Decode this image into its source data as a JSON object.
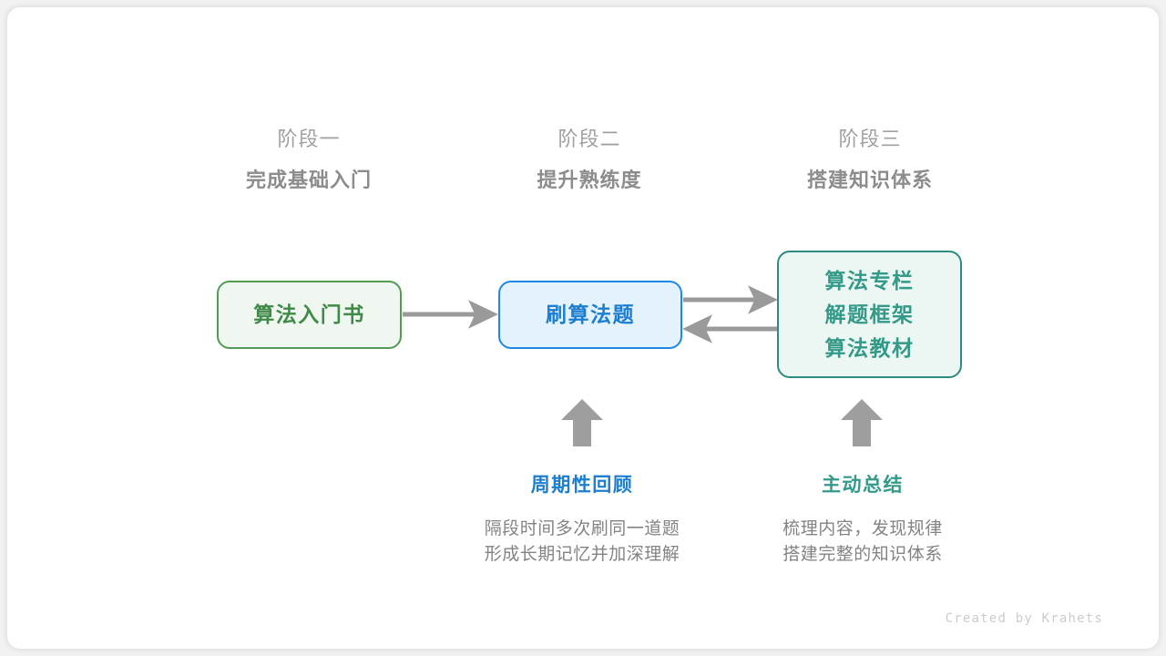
{
  "canvas": {
    "background": "#ffffff",
    "page_background": "#f2f2f2"
  },
  "colors": {
    "green": "#3f8a47",
    "green_border": "#539b55",
    "green_fill": "#f0f7f0",
    "blue": "#1c7ed0",
    "blue_border": "#1e88e5",
    "blue_fill": "#e4f2fd",
    "teal": "#339a88",
    "teal_border": "#2e8b80",
    "teal_fill": "#ecf6f3",
    "gray_arrow": "#9a9a9a",
    "gray_text": "#838383",
    "gray_heading": "#8c8c8c",
    "gray_subheading": "#a0a0a0",
    "footer": "#cccccc"
  },
  "stages": [
    {
      "number": "阶段一",
      "title": "完成基础入门"
    },
    {
      "number": "阶段二",
      "title": "提升熟练度"
    },
    {
      "number": "阶段三",
      "title": "搭建知识体系"
    }
  ],
  "nodes": {
    "book": {
      "lines": [
        "算法入门书"
      ]
    },
    "practice": {
      "lines": [
        "刷算法题"
      ]
    },
    "resources": {
      "lines": [
        "算法专栏",
        "解题框架",
        "算法教材"
      ]
    }
  },
  "arrows": [
    {
      "name": "book-to-practice",
      "direction": "right"
    },
    {
      "name": "practice-to-resources",
      "direction": "right"
    },
    {
      "name": "resources-to-practice",
      "direction": "left"
    },
    {
      "name": "review-up",
      "direction": "up"
    },
    {
      "name": "summary-up",
      "direction": "up"
    }
  ],
  "annotations": [
    {
      "title": "周期性回顾",
      "desc_lines": [
        "隔段时间多次刷同一道题",
        "形成长期记忆并加深理解"
      ]
    },
    {
      "title": "主动总结",
      "desc_lines": [
        "梳理内容，发现规律",
        "搭建完整的知识体系"
      ]
    }
  ],
  "footer": {
    "credit": "Created by Krahets"
  }
}
